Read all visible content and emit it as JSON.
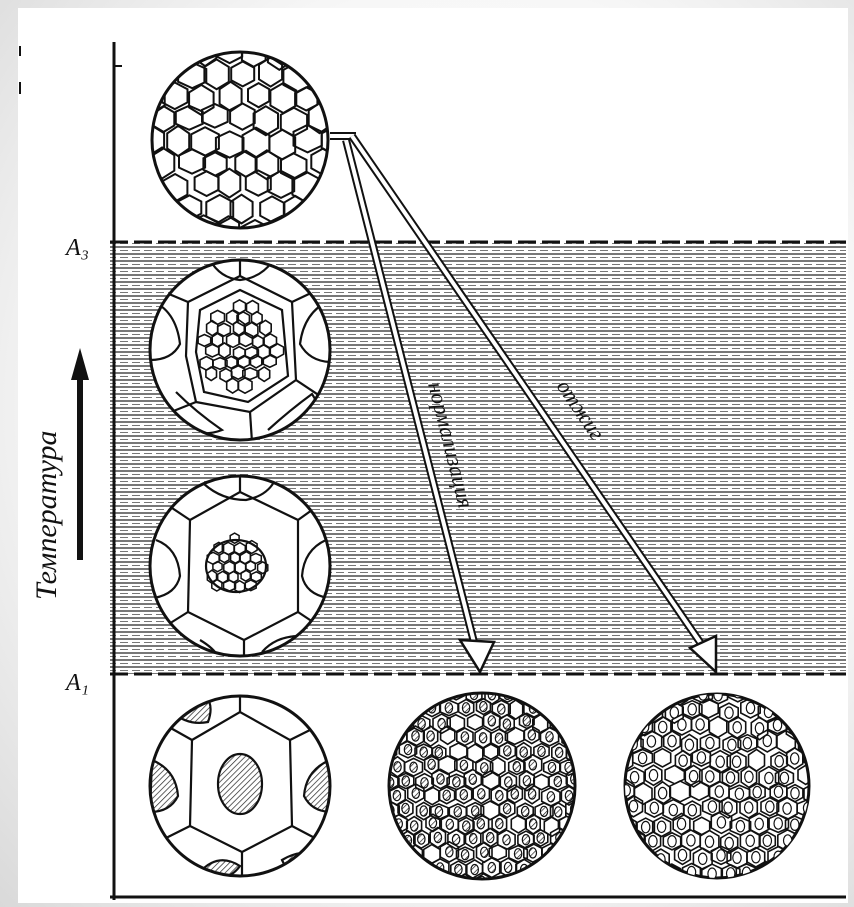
{
  "figure": {
    "axis_label": "Температура",
    "level_upper": "A₃",
    "level_lower": "A₁",
    "arrow_normalization": "нормализация",
    "arrow_annealing": "отжиг"
  },
  "colors": {
    "ink": "#111111",
    "hatch": "#333333",
    "background": "#ffffff"
  },
  "micrographs": [
    {
      "stage": "above-A3",
      "structure": "coarse-austenite"
    },
    {
      "stage": "upper-intercritical",
      "structure": "ferrite-network-with-austenite"
    },
    {
      "stage": "lower-intercritical",
      "structure": "ferrite-network-with-austenite"
    },
    {
      "stage": "below-A1",
      "structure": "ferrite-pearlite"
    },
    {
      "stage": "after-normalization",
      "structure": "fine-grained"
    },
    {
      "stage": "after-annealing",
      "structure": "fine-grained"
    }
  ]
}
